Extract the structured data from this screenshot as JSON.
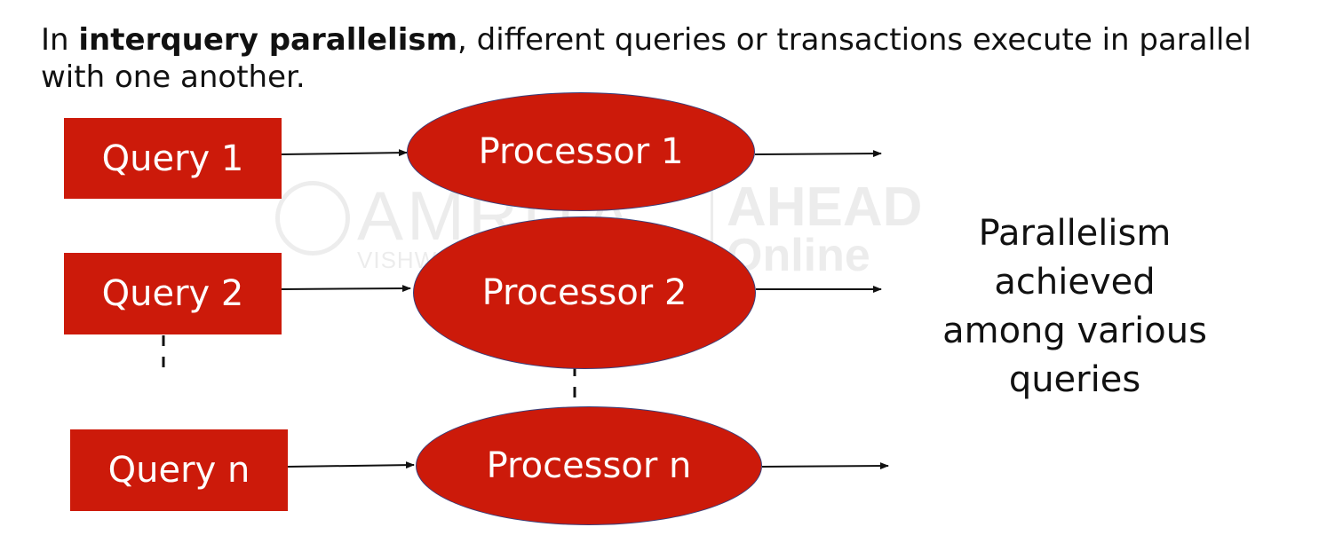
{
  "heading": {
    "prefix": "In ",
    "emphasis": "interquery parallelism",
    "suffix": ", different queries or transactions execute in parallel with one another."
  },
  "queries": [
    "Query 1",
    "Query 2",
    "Query n"
  ],
  "processors": [
    "Processor 1",
    "Processor 2",
    "Processor n"
  ],
  "side_note": [
    "Parallelism",
    "achieved",
    "among various",
    "queries"
  ],
  "watermark": {
    "title": "AMRITA",
    "subtitle": "VISHWA VIDYAPEETHAM",
    "brand_line1": "AHEAD",
    "brand_line2": "Online"
  },
  "colors": {
    "box_fill": "#cc1a0a",
    "ellipse_border": "#3a3f7a",
    "text": "#111111"
  }
}
